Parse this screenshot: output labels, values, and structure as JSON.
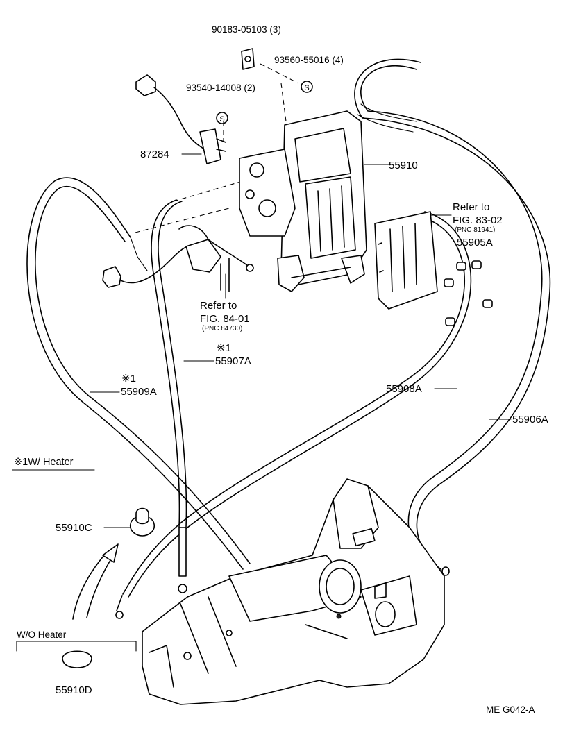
{
  "labels": {
    "p_90183": "90183-05103 (3)",
    "p_93560": "93560-55016 (4)",
    "p_93540": "93540-14008 (2)",
    "p_87284": "87284",
    "p_55910": "55910",
    "refer1_a": "Refer to",
    "refer1_b": "FIG. 83-02",
    "refer1_c": "(PNC 81941)",
    "p_55905A": "55905A",
    "refer2_a": "Refer to",
    "refer2_b": "FIG. 84-01",
    "refer2_c": "(PNC 84730)",
    "mark1_a": "※1",
    "p_55907A": "55907A",
    "mark1_b": "※1",
    "p_55909A": "55909A",
    "p_55908A": "55908A",
    "p_55906A": "55906A",
    "legend_heater": "※1W/ Heater",
    "p_55910C": "55910C",
    "wo_heater": "W/O Heater",
    "p_55910D": "55910D",
    "fig_code": "ME  G042-A"
  },
  "symbols": {
    "s1": "S",
    "s2": "S"
  }
}
